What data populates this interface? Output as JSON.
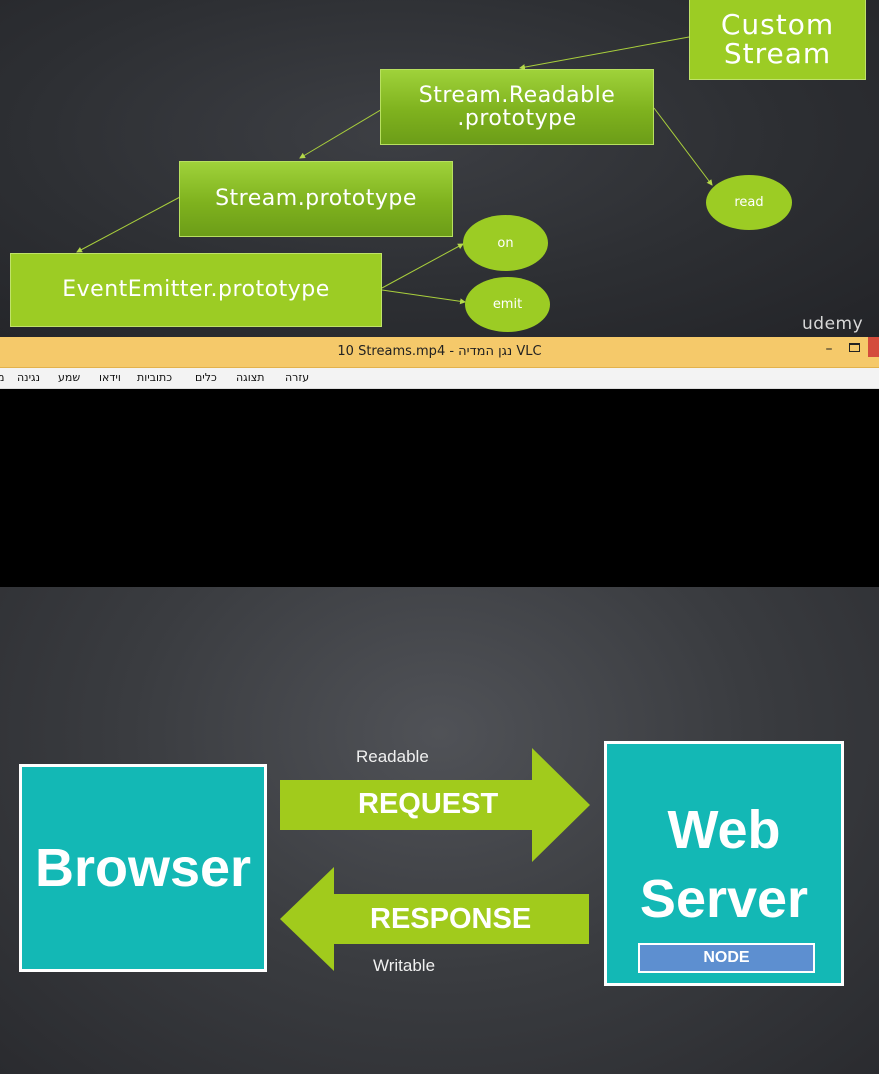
{
  "top_slide": {
    "boxes": {
      "custom_stream": "Custom Stream",
      "readable_line1": "Stream.Readable",
      "readable_line2": ".prototype",
      "stream_prototype": "Stream.prototype",
      "eventemitter": "EventEmitter.prototype"
    },
    "ovals": {
      "read": "read",
      "on": "on",
      "emit": "emit"
    },
    "watermark": "udemy"
  },
  "vlc": {
    "title": "10 Streams.mp4 - נגן המדיה VLC",
    "menu": [
      "עזרה",
      "תצוגה",
      "כלים",
      "כתוביות",
      "וידאו",
      "שמע",
      "נגינה",
      "מ"
    ]
  },
  "bottom_slide": {
    "browser": "Browser",
    "web_server_line1": "Web",
    "web_server_line2": "Server",
    "node": "NODE",
    "request": "REQUEST",
    "response": "RESPONSE",
    "readable": "Readable",
    "writable": "Writable"
  },
  "colors": {
    "green": "#9ccc24",
    "teal": "#13b8b5",
    "node_blue": "#5d8fd0",
    "vlc_titlebar": "#f5c96a"
  }
}
